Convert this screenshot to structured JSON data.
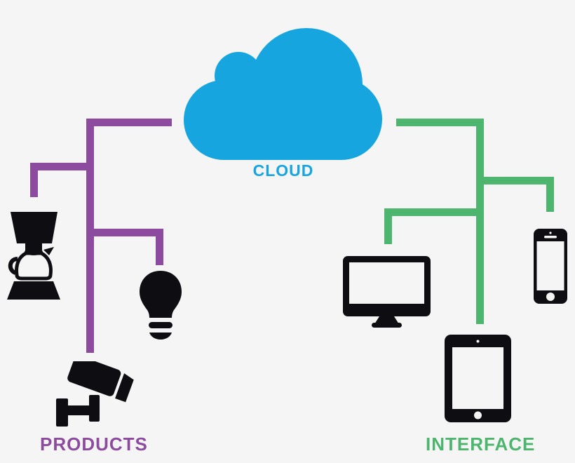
{
  "diagram": {
    "title": "IoT cloud connection diagram",
    "labels": {
      "cloud": "CLOUD",
      "products": "PRODUCTS",
      "interface": "INTERFACE"
    },
    "colors": {
      "cloud_blue": "#17A5E0",
      "products_purple": "#8C4B9E",
      "interface_green": "#4EB56F",
      "icon_black": "#0E0E12",
      "background": "#F5F5F6"
    },
    "groups": [
      {
        "label": "PRODUCTS",
        "color": "#8C4B9E",
        "connected_to": "CLOUD",
        "items": [
          "coffee-maker",
          "light-bulb",
          "security-camera"
        ]
      },
      {
        "label": "INTERFACE",
        "color": "#4EB56F",
        "connected_to": "CLOUD",
        "items": [
          "desktop-monitor",
          "tablet",
          "smartphone"
        ]
      }
    ]
  }
}
